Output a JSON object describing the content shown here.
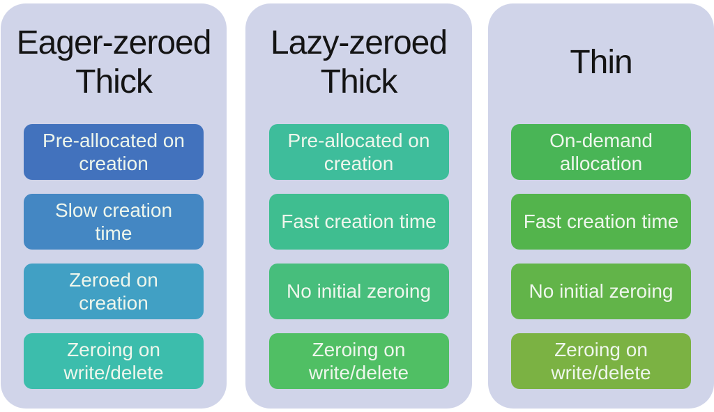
{
  "styles": {
    "page_background": "#ffffff",
    "panel_background": "#d0d4e9",
    "title_color": "#141414",
    "box_text_color": "#eef6ec"
  },
  "columns": [
    {
      "id": "eager-zeroed-thick",
      "title": "Eager-zeroed\nThick",
      "boxes": [
        {
          "label": "Pre-allocated on\ncreation",
          "color": "#4272bd"
        },
        {
          "label": "Slow creation\ntime",
          "color": "#4487c3"
        },
        {
          "label": "Zeroed on\ncreation",
          "color": "#41a0c4"
        },
        {
          "label": "Zeroing on\nwrite/delete",
          "color": "#3cbdac"
        }
      ]
    },
    {
      "id": "lazy-zeroed-thick",
      "title": "Lazy-zeroed\nThick",
      "boxes": [
        {
          "label": "Pre-allocated on\ncreation",
          "color": "#3ebd9b"
        },
        {
          "label": "Fast creation time",
          "color": "#3fbe90"
        },
        {
          "label": "No initial zeroing",
          "color": "#47be7c"
        },
        {
          "label": "Zeroing on\nwrite/delete",
          "color": "#50bf64"
        }
      ]
    },
    {
      "id": "thin",
      "title": "Thin",
      "boxes": [
        {
          "label": "On-demand\nallocation",
          "color": "#49b556"
        },
        {
          "label": "Fast creation time",
          "color": "#53b44c"
        },
        {
          "label": "No initial zeroing",
          "color": "#62b449"
        },
        {
          "label": "Zeroing on\nwrite/delete",
          "color": "#7bb243"
        }
      ]
    }
  ]
}
